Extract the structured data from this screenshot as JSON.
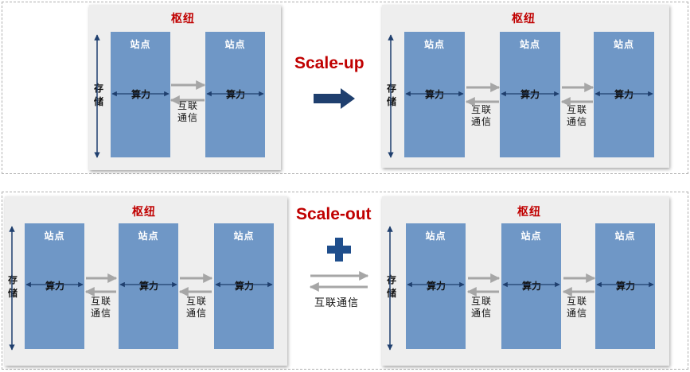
{
  "labels": {
    "hub": "枢纽",
    "node": "站点",
    "compute": "算力",
    "interconnect_line1": "互联",
    "interconnect_line2": "通信",
    "interconnect_full": "互联通信",
    "storage_line1": "存",
    "storage_line2": "储",
    "scale_up": "Scale-up",
    "scale_out": "Scale-out"
  },
  "colors": {
    "node_fill": "#6f97c6",
    "hub_text": "#c00000",
    "scale_text": "#c00000",
    "arrow_dark_blue": "#1f3f6e",
    "plus": "#1f4e8c",
    "grey_arrow": "#a6a6a6"
  },
  "icons": {
    "scale_up_arrow": "right-arrow-icon",
    "scale_out_plus": "plus-icon"
  }
}
